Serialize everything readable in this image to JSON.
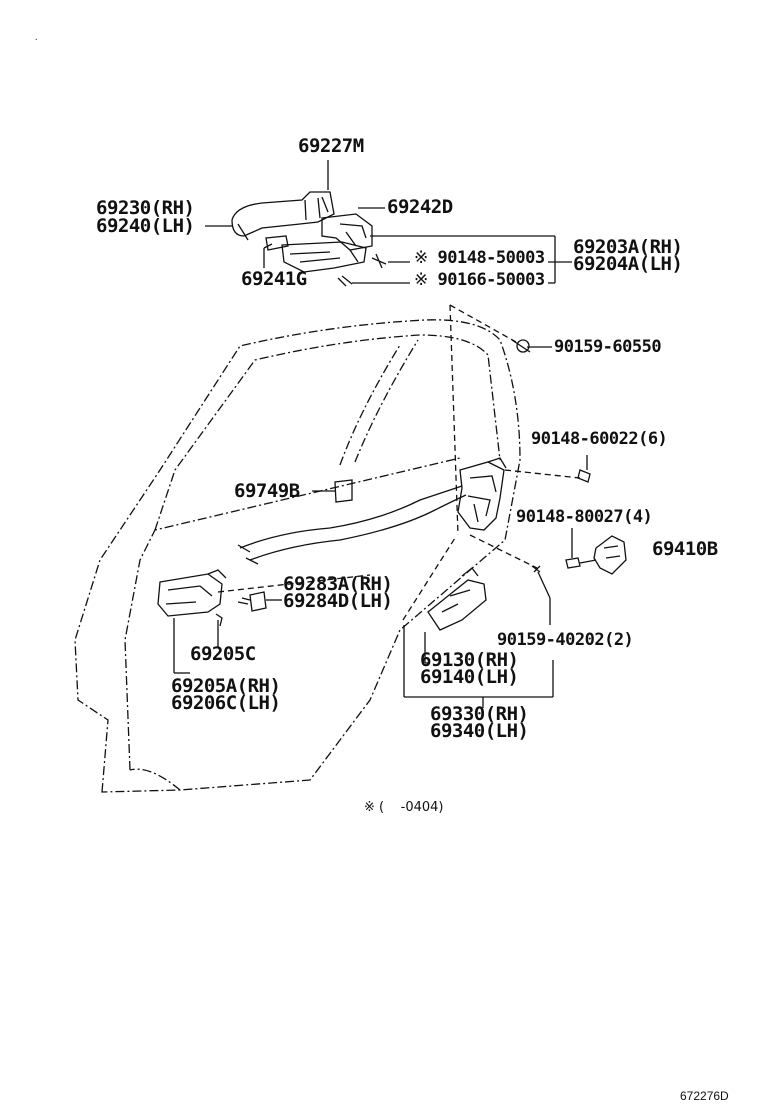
{
  "diagram": {
    "parts": {
      "p69227M": "69227M",
      "p69230": "69230(RH)",
      "p69240": "69240(LH)",
      "p69242D": "69242D",
      "p69203A": "69203A(RH)",
      "p69204A": "69204A(LH)",
      "p90148_50003": "90148-50003",
      "p90166_50003": "90166-50003",
      "p69241G": "69241G",
      "p90159_60550": "90159-60550",
      "p90148_60022": "90148-60022(6)",
      "p69749B": "69749B",
      "p90148_80027": "90148-80027(4)",
      "p69410B": "69410B",
      "p69283A": "69283A(RH)",
      "p69284D": "69284D(LH)",
      "p90159_40202": "90159-40202(2)",
      "p69205C": "69205C",
      "p69130": "69130(RH)",
      "p69140": "69140(LH)",
      "p69205A": "69205A(RH)",
      "p69206C": "69206C(LH)",
      "p69330": "69330(RH)",
      "p69340": "69340(LH)"
    },
    "mark": "※",
    "footnote": "※ (    -0404)",
    "illustration_code": "672276D"
  }
}
